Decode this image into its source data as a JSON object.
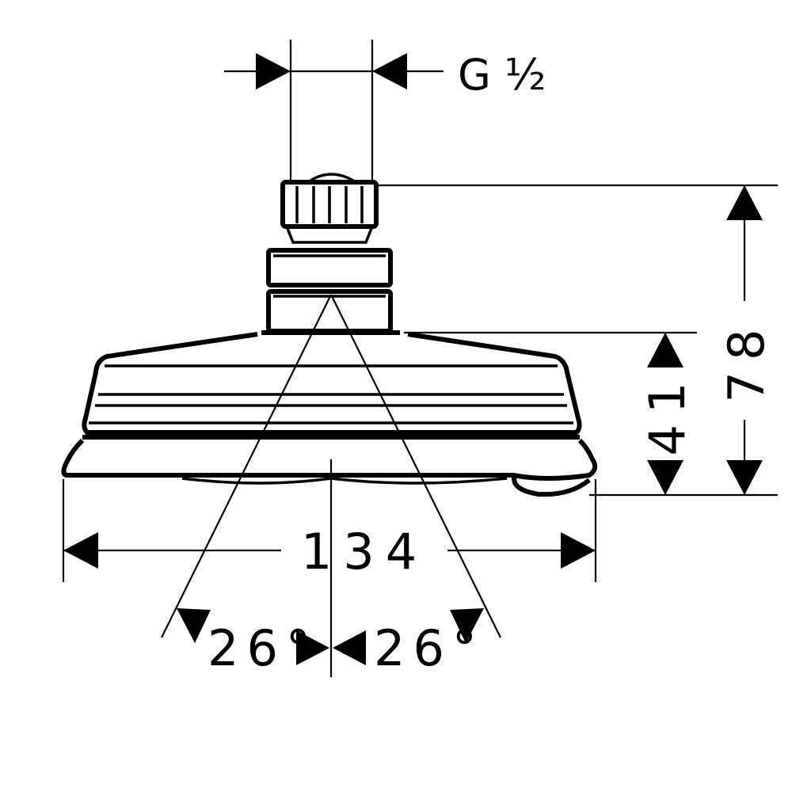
{
  "thread": {
    "label": "G ½"
  },
  "dimensions": {
    "width": "134",
    "total_height": "78",
    "head_height": "41",
    "angle_left": "26°",
    "angle_right": "26°"
  }
}
